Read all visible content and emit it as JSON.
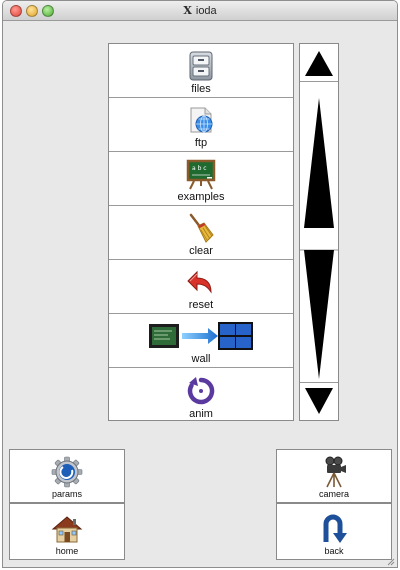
{
  "window": {
    "title": "ioda",
    "title_prefix": "X"
  },
  "menu": {
    "items": [
      {
        "label": "files",
        "icon": "file-cabinet-icon"
      },
      {
        "label": "ftp",
        "icon": "ftp-globe-icon"
      },
      {
        "label": "examples",
        "icon": "chalkboard-icon"
      },
      {
        "label": "clear",
        "icon": "broom-icon"
      },
      {
        "label": "reset",
        "icon": "undo-arrow-icon"
      },
      {
        "label": "wall",
        "icon": "wall-display-icon"
      },
      {
        "label": "anim",
        "icon": "rotate-arrow-icon"
      }
    ]
  },
  "bottom": {
    "params": {
      "label": "params",
      "icon": "gear-icon"
    },
    "home": {
      "label": "home",
      "icon": "house-icon"
    },
    "camera": {
      "label": "camera",
      "icon": "movie-camera-icon"
    },
    "back": {
      "label": "back",
      "icon": "u-turn-arrow-icon"
    }
  },
  "colors": {
    "panel_background": "#e8e8e8",
    "button_background": "#ffffff",
    "arrow": "#000000"
  }
}
